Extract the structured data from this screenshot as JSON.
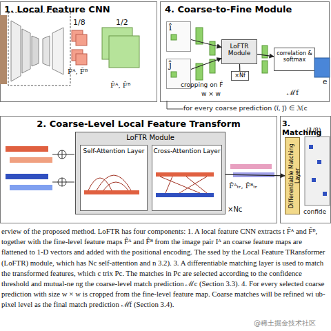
{
  "diagram": {
    "caption": "erview of the proposed method. LoFTR has four components: 1. A local feature CNN extracts t F̃ᴬ and F̃ᴮ, together with the fine-level feature maps F̂ᴬ and F̂ᴮ from the image pair Iᴬ an coarse feature maps are flattened to 1-D vectors and added with the positional encoding. The ssed by the Local Feature TRansformer (LoFTR) module, which has Nc self-attention and n 3.2). 3. A differentiable matching layer is used to match the transformed features, which c trix Pc. The matches in Pc are selected according to the confidence threshold and mutual-ne ng the coarse-level match prediction ℳc (Section 3.3). 4. For every selected coarse prediction with size w × w is cropped from the fine-level feature map. Coarse matches will be refined wi ub-pixel level as the final match prediction ℳf (Section 3.4).",
    "nodes": [
      {
        "text": [
          "1. Local Feature CNN"
        ]
      },
      {
        "text": [
          "4. Coarse-to-Fine Module"
        ]
      },
      {
        "text": [
          "î"
        ],
        "in": 1
      },
      {
        "text": [
          "ĵ"
        ],
        "in": 1
      },
      {
        "text": [
          "LoFTR Module"
        ],
        "in": 1
      },
      {
        "text": [
          "×Nf"
        ],
        "in": 1
      },
      {
        "text": [
          "correlation & softmax"
        ],
        "in": 1
      },
      {
        "text": [
          "2. Coarse-Level Local Feature Transform"
        ]
      },
      {
        "text": [
          "LoFTR Module"
        ],
        "in": 7
      },
      {
        "text": [
          "Self-Attention Layer"
        ],
        "in": 8
      },
      {
        "text": [
          "Cross-Attention Layer"
        ],
        "in": 8
      },
      {
        "text": [
          "3. Matching"
        ]
      },
      {
        "text": [
          "Differentiable Matching Layer"
        ],
        "in": 11
      }
    ],
    "edges": [
      {
        "from": 2,
        "to": 4,
        "arrow": "to"
      },
      {
        "from": 3,
        "to": 4,
        "arrow": "to"
      },
      {
        "from": 4,
        "to": 6,
        "arrow": "to"
      },
      {
        "from": 4,
        "to": 5,
        "arrow": "none"
      },
      {
        "from": 8,
        "to": 12,
        "arrow": "to"
      }
    ],
    "labels": [
      "1/8",
      "1/2",
      "F̃ᴬ, F̃ᴮ",
      "F̂ᴬ, F̂ᴮ",
      "cropping on F̂",
      "w × w",
      "ℳf",
      "e",
      "for every coarse prediction (ĩ, j̃) ∈ ℳc",
      "×Nc",
      "F̃ᴬₜᵣ, F̃ᴮₜᵣ",
      "(1/8)",
      "confide",
      "@稀土掘金技术社区"
    ]
  }
}
